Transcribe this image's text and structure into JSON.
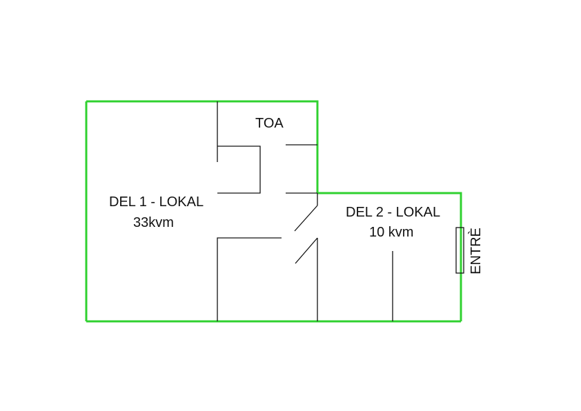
{
  "plan": {
    "colors": {
      "outer_wall": "#2fd12f",
      "inner_wall": "#111111",
      "background": "#ffffff"
    },
    "rooms": {
      "toa": {
        "name": "TOA"
      },
      "part1": {
        "name": "DEL 1 - LOKAL",
        "area": "33kvm"
      },
      "part2": {
        "name": "DEL 2 - LOKAL",
        "area": "10 kvm"
      }
    },
    "entry": {
      "label": "ENTRÈ"
    }
  }
}
